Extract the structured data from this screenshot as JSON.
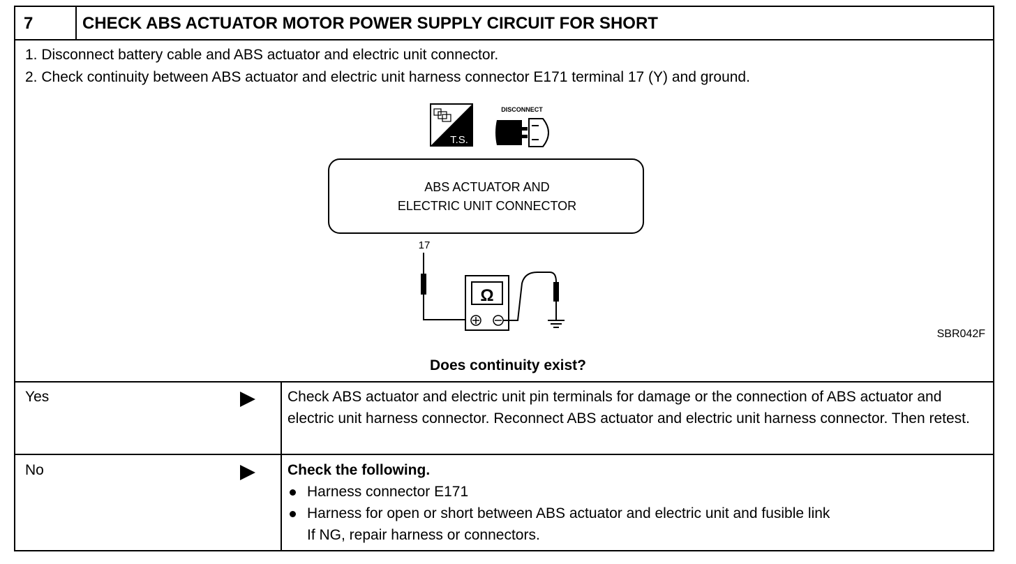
{
  "step": {
    "number": "7",
    "title": "CHECK ABS ACTUATOR MOTOR POWER SUPPLY CIRCUIT FOR SHORT"
  },
  "instructions": [
    "1. Disconnect battery cable and ABS actuator and electric unit connector.",
    "2. Check continuity between ABS actuator and electric unit harness connector E171 terminal 17 (Y) and ground."
  ],
  "diagram": {
    "icon_ts_label": "T.S.",
    "icon_disconnect_label": "DISCONNECT",
    "connector_label_line1": "ABS ACTUATOR AND",
    "connector_label_line2": "ELECTRIC UNIT CONNECTOR",
    "terminal_label": "17",
    "meter_symbol": "Ω",
    "figure_code": "SBR042F"
  },
  "question": "Does continuity exist?",
  "answers": {
    "yes": {
      "label": "Yes",
      "text": "Check ABS actuator and electric unit pin terminals for damage or the connection of ABS actuator and electric unit harness connector. Reconnect ABS actuator and electric unit harness connector. Then retest."
    },
    "no": {
      "label": "No",
      "heading": "Check the following.",
      "bullets": [
        "Harness connector E171",
        "Harness for open or short between ABS actuator and electric unit and fusible link"
      ],
      "note": "If NG, repair harness or connectors."
    }
  }
}
